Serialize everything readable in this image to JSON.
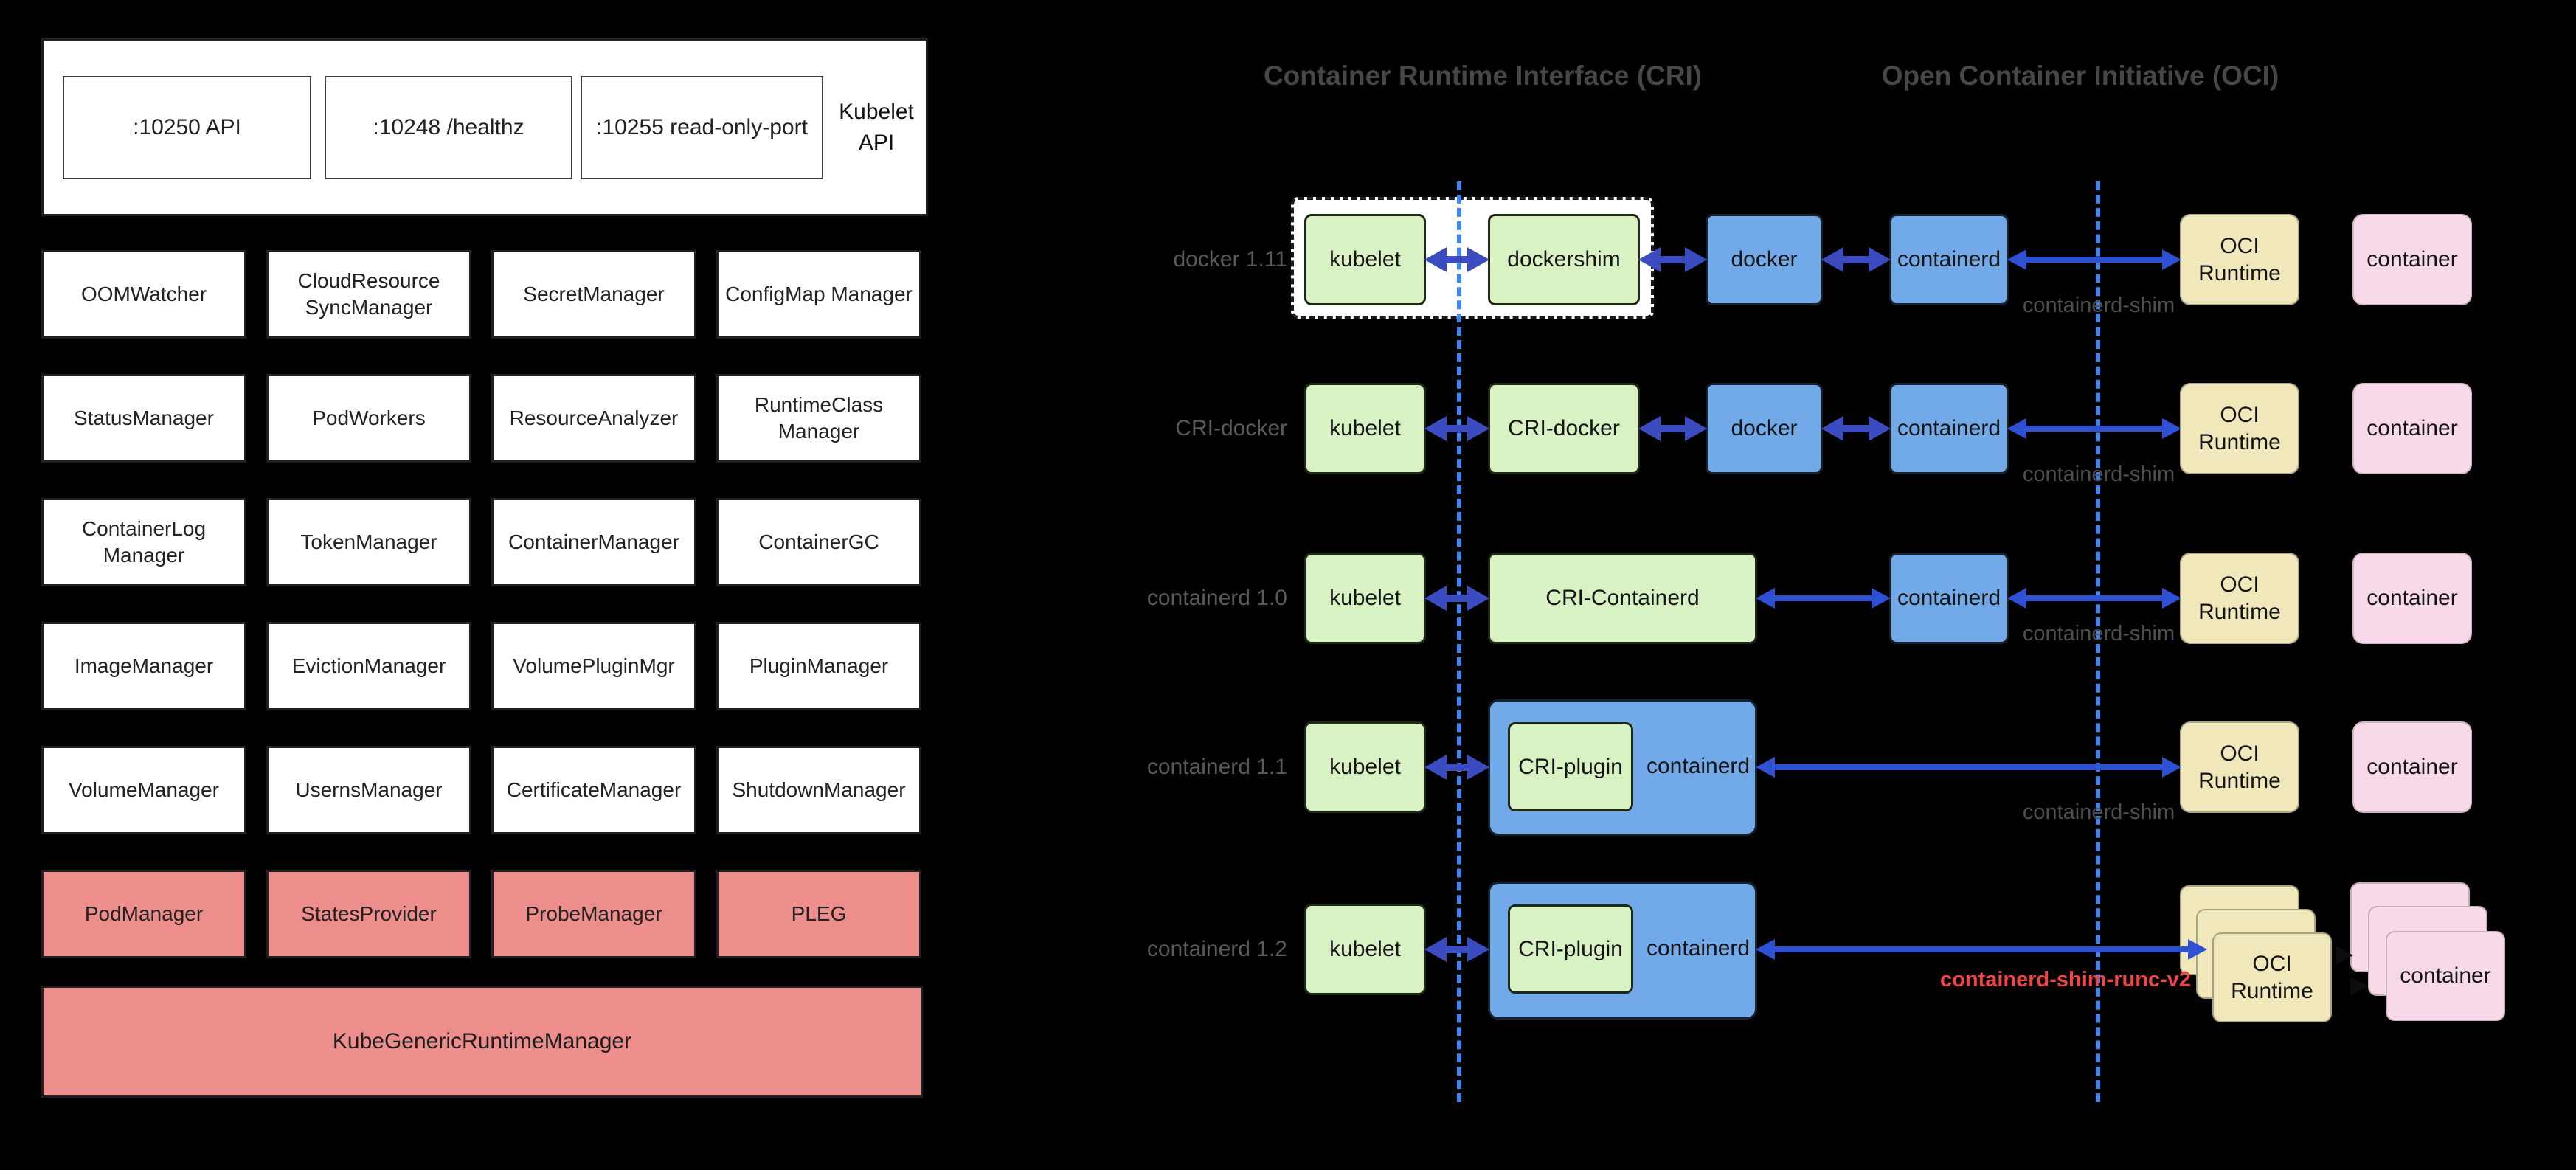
{
  "left": {
    "kubelet_api": {
      "title": "Kubelet API",
      "ports": [
        ":10250 API",
        ":10248 /healthz",
        ":10255 read-only-port"
      ]
    },
    "managers": [
      "OOMWatcher",
      "CloudResource SyncManager",
      "SecretManager",
      "ConfigMap Manager",
      "StatusManager",
      "PodWorkers",
      "ResourceAnalyzer",
      "RuntimeClass Manager",
      "ContainerLog Manager",
      "TokenManager",
      "ContainerManager",
      "ContainerGC",
      "ImageManager",
      "EvictionManager",
      "VolumePluginMgr",
      "PluginManager",
      "VolumeManager",
      "UsernsManager",
      "CertificateManager",
      "ShutdownManager"
    ],
    "red_managers": [
      "PodManager",
      "StatesProvider",
      "ProbeManager",
      "PLEG"
    ],
    "runtime_manager": "KubeGenericRuntimeManager"
  },
  "right": {
    "title_cri": "Container Runtime Interface (CRI)",
    "title_oci": "Open Container Initiative (OCI)",
    "rows": [
      {
        "label": "docker 1.11",
        "cells": [
          "kubelet",
          "dockershim",
          "docker",
          "containerd",
          "OCI Runtime",
          "container"
        ],
        "shim": "containerd-shim"
      },
      {
        "label": "CRI-docker",
        "cells": [
          "kubelet",
          "CRI-docker",
          "docker",
          "containerd",
          "OCI Runtime",
          "container"
        ],
        "shim": "containerd-shim"
      },
      {
        "label": "containerd 1.0",
        "cells": [
          "kubelet",
          "CRI-Containerd",
          "containerd",
          "OCI Runtime",
          "container"
        ],
        "shim": "containerd-shim"
      },
      {
        "label": "containerd 1.1",
        "cells": [
          "kubelet",
          "CRI-plugin",
          "containerd",
          "OCI Runtime",
          "container"
        ],
        "shim": "containerd-shim"
      },
      {
        "label": "containerd 1.2",
        "cells": [
          "kubelet",
          "CRI-plugin",
          "containerd",
          "OCI Runtime",
          "container"
        ],
        "shim": "containerd-shim-runc-v2"
      }
    ]
  },
  "colors": {
    "background": "#000000",
    "box_green": "#d9f2c4",
    "box_blue": "#72a9e8",
    "box_yellow": "#f0e8ba",
    "box_pink": "#f8d9e9",
    "box_salmon": "#ee8e8c",
    "arrow_blue": "#3b4cc0",
    "dashed_line_blue": "#3e86f3",
    "red_label": "#f04545",
    "gray_label": "#5a5a5a"
  }
}
